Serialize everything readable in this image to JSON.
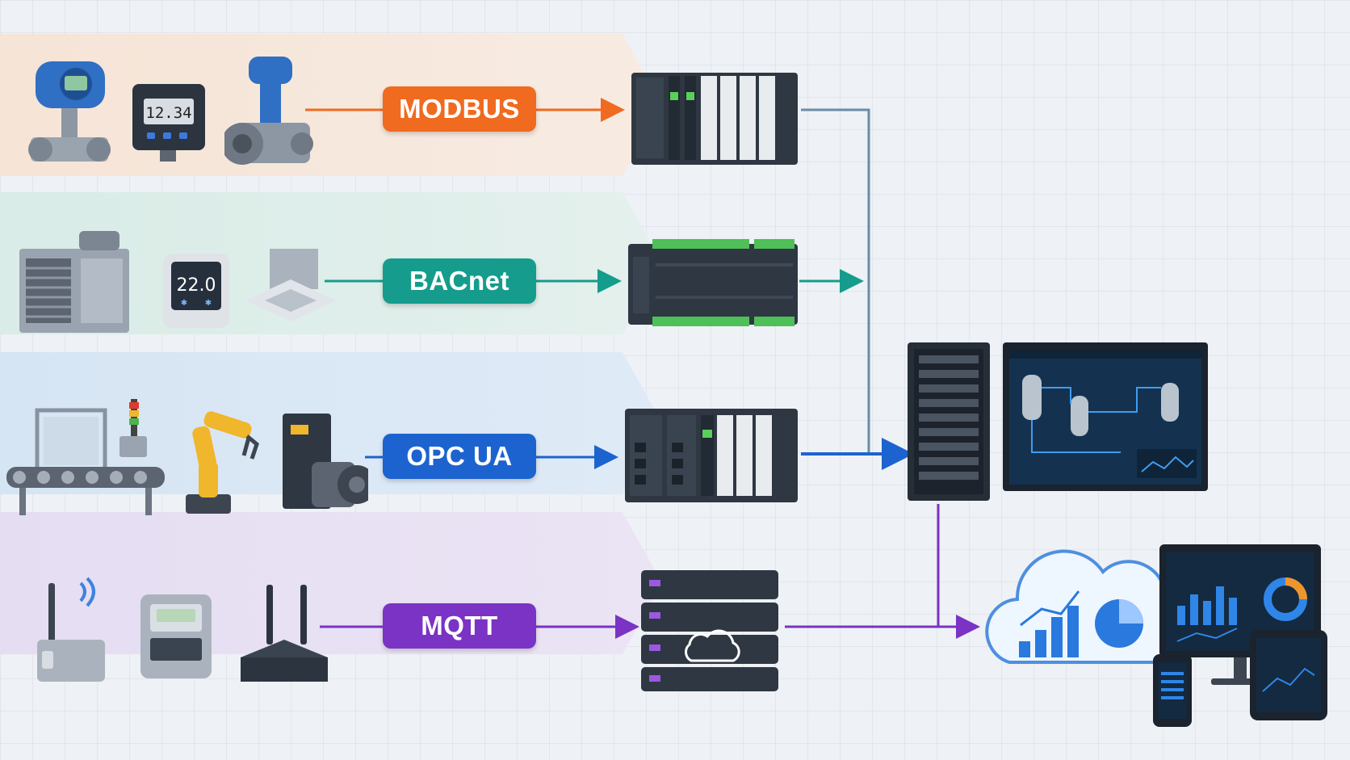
{
  "protocols": [
    {
      "label": "MODBUS",
      "color": "#f06a1f"
    },
    {
      "label": "BACnet",
      "color": "#159c8c"
    },
    {
      "label": "OPC UA",
      "color": "#1c63cf"
    },
    {
      "label": "MQTT",
      "color": "#7a33c4"
    }
  ],
  "device_readouts": {
    "meter_display": "12.34",
    "thermostat_display": "22.0"
  },
  "icons": [
    "pressure-transmitter-icon",
    "panel-meter-icon",
    "flow-meter-icon",
    "plc-icon",
    "hvac-unit-icon",
    "thermostat-icon",
    "ceiling-diffuser-icon",
    "bacnet-controller-icon",
    "conveyor-icon",
    "robot-arm-icon",
    "motor-drive-icon",
    "opc-plc-icon",
    "wireless-sensor-icon",
    "energy-meter-icon",
    "iot-gateway-icon",
    "mqtt-broker-icon",
    "server-rack-icon",
    "scada-monitor-icon",
    "cloud-analytics-icon",
    "dashboard-monitor-icon",
    "tablet-icon",
    "phone-icon"
  ]
}
